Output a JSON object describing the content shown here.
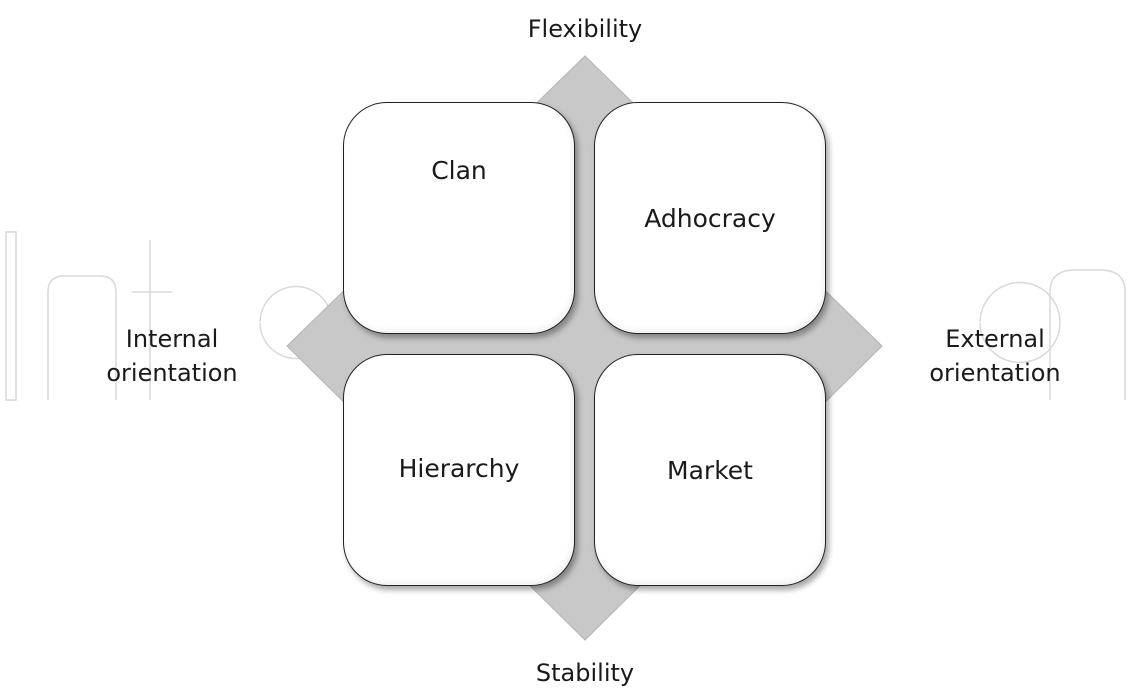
{
  "axes": {
    "top": "Flexibility",
    "bottom": "Stability",
    "left": [
      "Internal",
      "orientation"
    ],
    "right": [
      "External",
      "orientation"
    ]
  },
  "quadrants": {
    "top_left": "Clan",
    "top_right": "Adhocracy",
    "bottom_left": "Hierarchy",
    "bottom_right": "Market"
  },
  "colors": {
    "diamond": "#c8c8c8",
    "box_border": "#222222",
    "box_fill": "#ffffff",
    "text": "#1a1a1a",
    "watermark": "#d9d9d9"
  }
}
